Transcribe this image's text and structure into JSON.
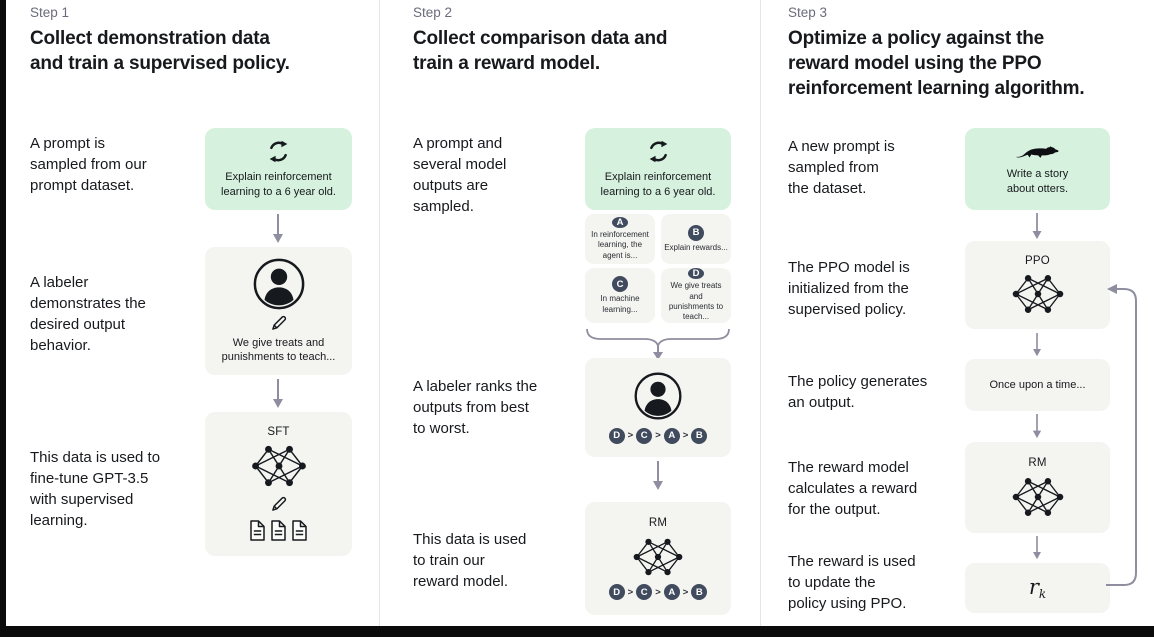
{
  "colors": {
    "prompt_green": "#d6f2de",
    "box_gray": "#f4f4f1",
    "badge_navy": "#414b5e",
    "arrow_gray": "#8e8ea0",
    "text_dark": "#17191d",
    "step_label_gray": "#6b6b7c",
    "divider_gray": "#e6e6e6"
  },
  "steps": [
    {
      "label": "Step 1",
      "title": "Collect demonstration data\nand train a supervised policy.",
      "annotations": [
        "A prompt is\nsampled from our\nprompt dataset.",
        "A labeler\ndemonstrates the\ndesired output\nbehavior.",
        "This data is used to\nfine-tune GPT-3.5\nwith supervised\nlearning."
      ],
      "prompt_box": {
        "icon": "cycle-icon",
        "text": "Explain reinforcement\nlearning to a 6 year old."
      },
      "labeler_box": {
        "icon": "person-icon pencil-icon",
        "text": "We give treats and\npunishments to teach..."
      },
      "model_box": {
        "label": "SFT",
        "icon": "neural-network-icon pencil-icon documents-icon"
      }
    },
    {
      "label": "Step 2",
      "title": "Collect comparison data and\ntrain a reward model.",
      "annotations": [
        "A prompt and\nseveral model\noutputs are\nsampled.",
        "A labeler ranks the\noutputs from best\nto worst.",
        "This data is used\nto train our\nreward model."
      ],
      "prompt_box": {
        "icon": "cycle-icon",
        "text": "Explain reinforcement\nlearning to a 6 year old."
      },
      "outputs": [
        {
          "id": "A",
          "text": "In reinforcement\nlearning, the\nagent is..."
        },
        {
          "id": "B",
          "text": "Explain rewards..."
        },
        {
          "id": "C",
          "text": "In machine\nlearning..."
        },
        {
          "id": "D",
          "text": "We give treats and\npunishments to\nteach..."
        }
      ],
      "ranking": {
        "order": [
          "D",
          "C",
          "A",
          "B"
        ],
        "separator": ">"
      },
      "model_box": {
        "label": "RM",
        "icon": "neural-network-icon"
      }
    },
    {
      "label": "Step 3",
      "title": "Optimize a policy against the\nreward model using the PPO\nreinforcement learning algorithm.",
      "annotations": [
        "A new prompt is\nsampled from\nthe dataset.",
        "The PPO model is\ninitialized from the\nsupervised policy.",
        "The policy generates\nan output.",
        "The reward model\ncalculates a reward\nfor the output.",
        "The reward is used\nto update the\npolicy using PPO."
      ],
      "prompt_box": {
        "icon": "otter-icon",
        "text": "Write a story\nabout otters."
      },
      "ppo_box": {
        "label": "PPO",
        "icon": "neural-network-icon"
      },
      "output_box": {
        "text": "Once upon a time..."
      },
      "rm_box": {
        "label": "RM",
        "icon": "neural-network-icon"
      },
      "reward_box": {
        "symbol": "r",
        "subscript": "k"
      }
    }
  ]
}
